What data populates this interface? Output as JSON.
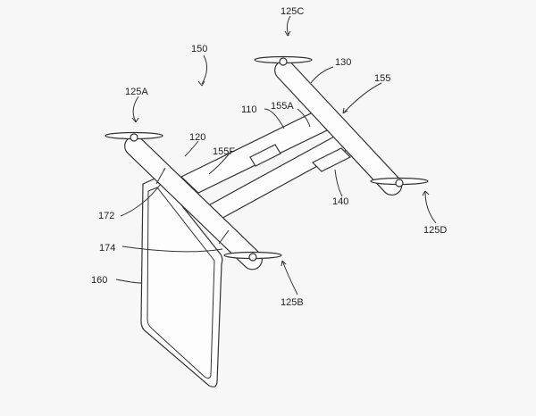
{
  "figure": {
    "reference_numerals": {
      "rotor_c": "125C",
      "assembly": "150",
      "rear_arm": "130",
      "frame": "155",
      "rotor_a": "125A",
      "body": "110",
      "frame_aft": "155A",
      "front_arm": "120",
      "frame_fore": "155F",
      "upper_coupling": "172",
      "payload": "140",
      "rotor_d": "125D",
      "lower_coupling": "174",
      "panel": "160",
      "rotor_b": "125B"
    }
  }
}
